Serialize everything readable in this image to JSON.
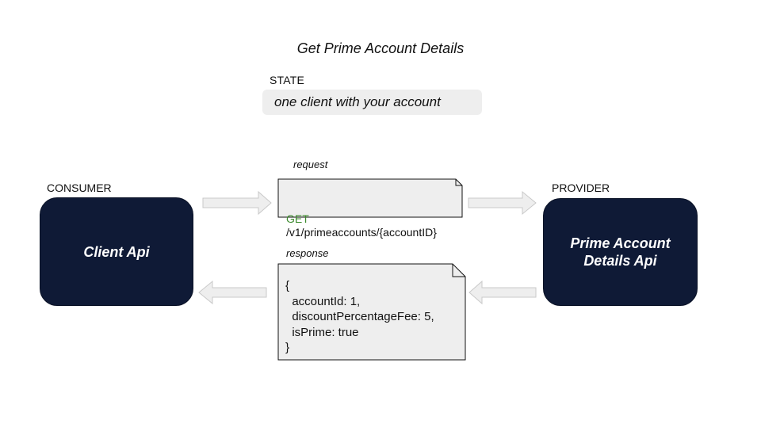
{
  "diagram": {
    "title": "Get Prime Account Details",
    "state": {
      "label": "STATE",
      "value": "one client with your account"
    },
    "consumer": {
      "label": "CONSUMER",
      "node": "Client Api"
    },
    "provider": {
      "label": "PROVIDER",
      "node": "Prime Account Details Api"
    },
    "request": {
      "caption": "request",
      "method": "GET",
      "path": "/v1/primeaccounts/{accountID}"
    },
    "response": {
      "caption": "response",
      "body": "{\n  accountId: 1,\n  discountPercentageFee: 5,\n  isPrime: true\n}"
    }
  },
  "colors": {
    "node_fill": "#0f1a36",
    "note_fill": "#eeeeee",
    "arrow_fill": "#eeeeee",
    "get_method": "#3d8b2e"
  }
}
